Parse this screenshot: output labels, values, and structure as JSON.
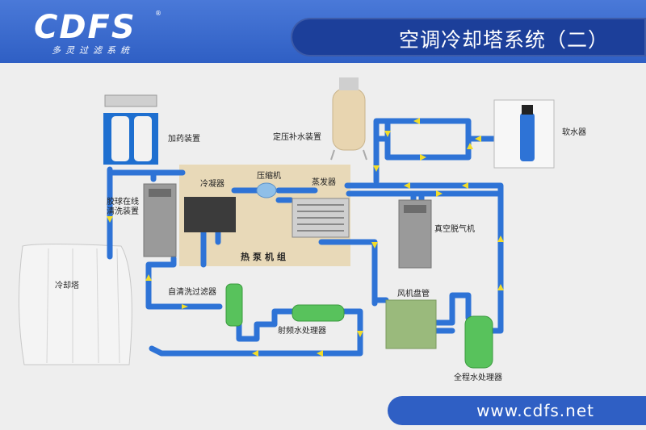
{
  "header": {
    "brand_logo": "CDFS",
    "brand_sub": "多灵过滤系统",
    "brand_reg": "®",
    "title": "空调冷却塔系统（二）"
  },
  "footer": {
    "url": "www.cdfs.net"
  },
  "labels": {
    "dosing": "加药装置",
    "pressurizer": "定压补水装置",
    "softener": "软水器",
    "condenser": "冷凝器",
    "compressor": "压缩机",
    "evaporator": "蒸发器",
    "ball_line1": "胶球在线",
    "ball_line2": "清洗装置",
    "heat_pump": "热泵机组",
    "degasser": "真空脱气机",
    "cooling_tower": "冷却塔",
    "self_clean_filter": "自清洗过滤器",
    "fan_coil": "风机盘管",
    "rf_treater": "射频水处理器",
    "full_treater": "全程水处理器"
  },
  "colors": {
    "header_blue": "#3565cc",
    "title_badge": "#1c3f9a",
    "pipe_blue": "#2e73d6",
    "arrow_yellow": "#f2dc2a",
    "heat_pump_panel": "#e8d9b8",
    "cabinet_gray": "#9a9a9a",
    "tower_white": "#f4f4f4",
    "green_equipment": "#58c25c",
    "fan_coil_green": "#9aba7c"
  }
}
